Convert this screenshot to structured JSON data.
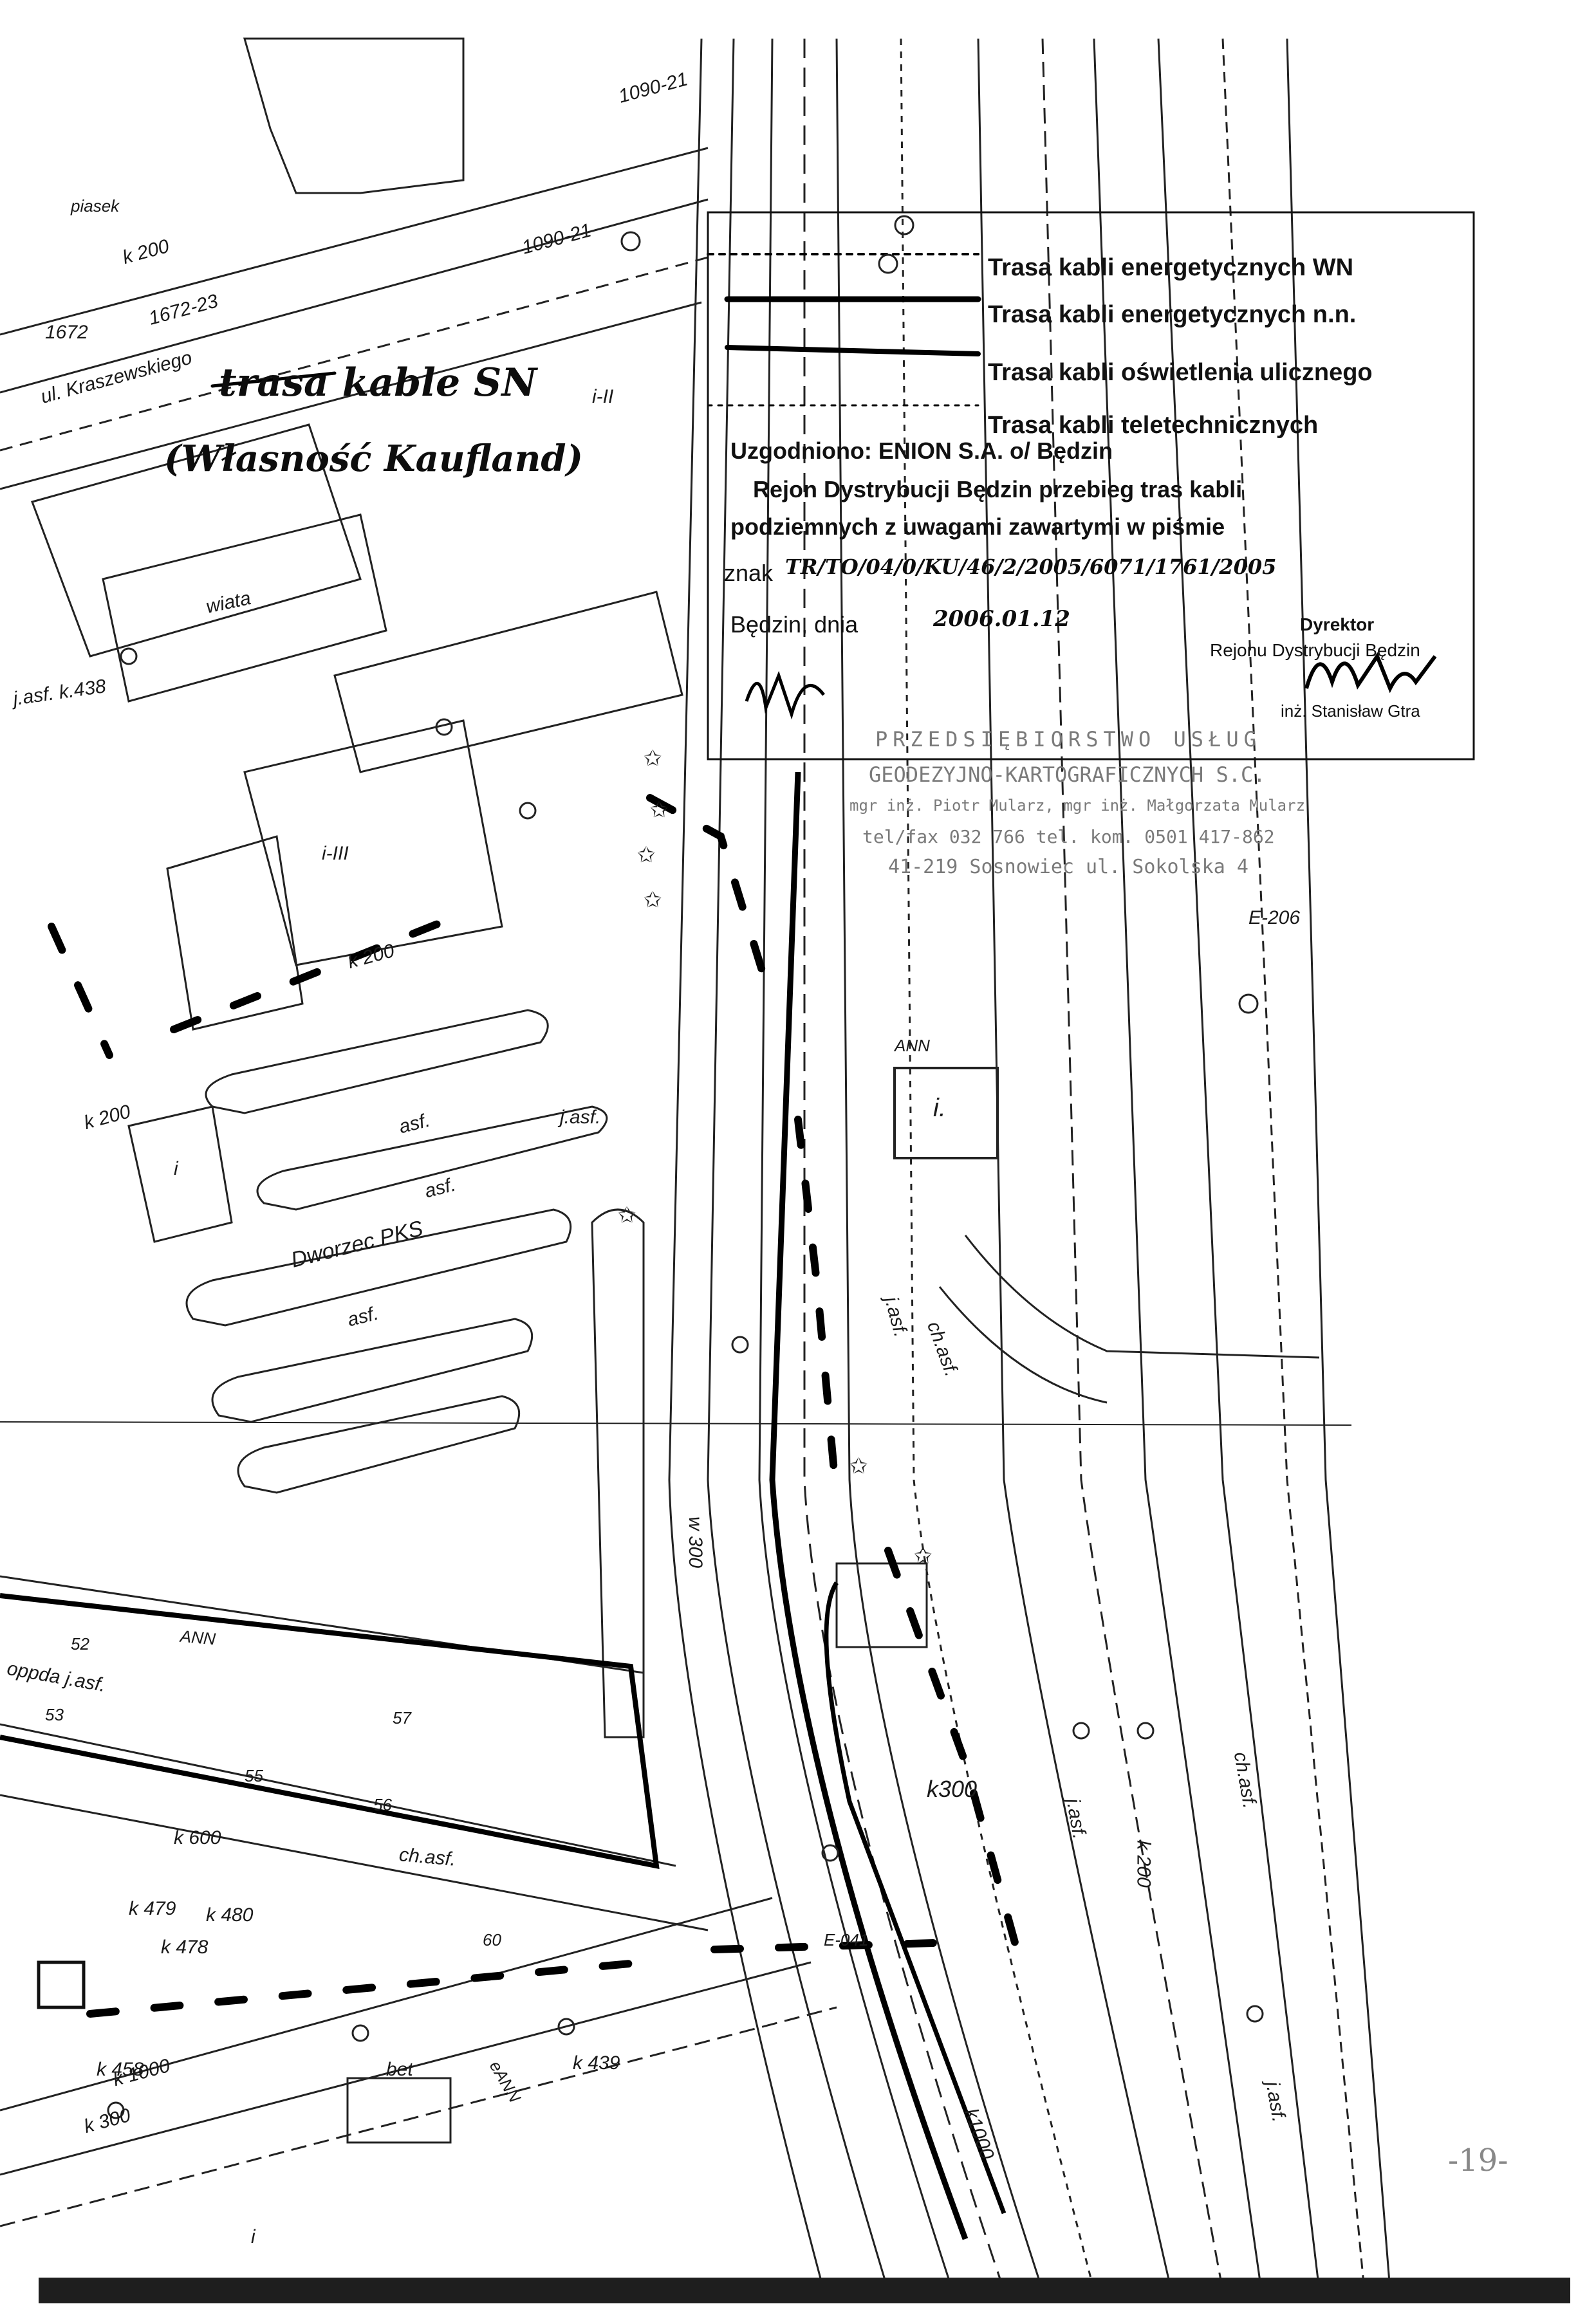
{
  "legend": {
    "items": [
      {
        "label": "Trasa kabli energetycznych WN"
      },
      {
        "label": "Trasa kabli energetycznych n.n."
      },
      {
        "label": "Trasa kabli oświetlenia ulicznego"
      },
      {
        "label": "Trasa kabli teletechnicznych"
      }
    ]
  },
  "approval": {
    "line1": "Uzgodniono: ENION S.A. o/ Będzin",
    "line2": "Rejon Dystrybucji Będzin przebieg tras kabli",
    "line3": "podziemnych z uwagami zawartymi w piśmie",
    "znak_label": "znak",
    "znak_value": "TR/TO/04/0/KU/46/2/2005/6071/1761/2005",
    "date_label": "Będzin, dnia",
    "date_value": "2006.01.12",
    "director_title": "Dyrektor",
    "director_subtitle": "Rejonu Dystrybucji Będzin",
    "director_name": "inż. Stanisław Gtra"
  },
  "annotation": {
    "line1": "trasa kable SN",
    "line2": "(Własność Kaufland)"
  },
  "stamp": {
    "line1": "PRZEDSIĘBIORSTWO USŁUG",
    "line2": "GEODEZYJNO-KARTOGRAFICZNYCH S.C.",
    "line3": "mgr inż. Piotr Mularz, mgr inż. Małgorzata Mularz",
    "line4": "tel/fax 032 766 tel. kom. 0501 417-862",
    "line5": "41-219 Sosnowiec ul. Sokolska 4"
  },
  "map_labels": {
    "ul_kraszewskiego": "ul. Kraszewskiego",
    "piasek": "piasek",
    "wiata": "wiata",
    "dworzec": "Dworzec PKS",
    "asf_1": "asf.",
    "asf_2": "asf.",
    "asf_3": "asf.",
    "asf_4": "j.asf.",
    "j_asf_k438": "j.asf. k.438",
    "k200_a": "k 200",
    "k200_b": "k 200",
    "k200_c": "k 200",
    "k200_d": "k 200",
    "k1000_a": "k 1000",
    "k1000_b": "k1000",
    "k300_a": "k300",
    "k300_b": "k 300",
    "w300": "w 300",
    "i_iii": "i-III",
    "i_ii": "i-II",
    "i_a": "i",
    "i_b": "i",
    "i_box": "i.",
    "ann_1": "ANN",
    "ann_2": "eANN",
    "ann_3": "ANN",
    "e206": "E-206",
    "k479": "k 479",
    "k480": "k 480",
    "k478": "k 478",
    "k439": "k 439",
    "k458": "k 458",
    "n1090": "1090-21",
    "n1672": "1672-23",
    "n1672b": "1672",
    "n1090b": "1090-21",
    "n52": "52",
    "n53": "53",
    "n55": "55",
    "n56": "56",
    "n57": "57",
    "n60": "60",
    "ch_asf_1": "ch.asf.",
    "ch_asf_2": "ch.asf.",
    "ch_asf_3": "ch.asf.",
    "j_asf_2": "j.asf.",
    "j_asf_3": "j.asf.",
    "j_asf_4": "j.asf.",
    "oppda": "oppda j.asf.",
    "bet": "bet",
    "k600": "k 600",
    "e041": "E-041",
    "page_num": "-19-"
  }
}
